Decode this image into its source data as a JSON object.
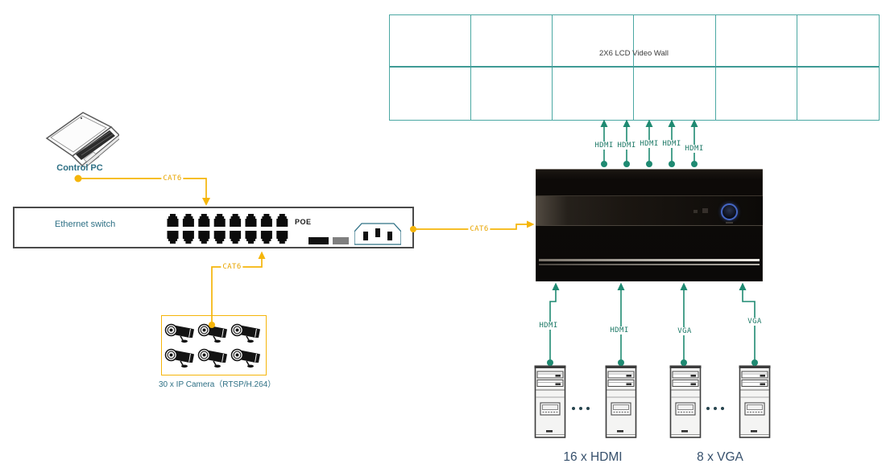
{
  "video_wall": {
    "label": "2X6 LCD Video Wall",
    "rows": 2,
    "cols": 6
  },
  "wall_links": {
    "labels": [
      "HDMI",
      "HDMI",
      "HDMI",
      "HDMI",
      "HDMI"
    ]
  },
  "source_links": {
    "labels": [
      "HDMI",
      "HDMI",
      "VGA",
      "VGA"
    ]
  },
  "cables": {
    "pc_to_switch": "CAT6",
    "cameras_to_switch": "CAT6",
    "switch_to_controller": "CAT6"
  },
  "control_pc": {
    "label": "Control PC"
  },
  "ethernet_switch": {
    "label": "Ethernet switch",
    "poe_label": "POE",
    "ports_shown": 16
  },
  "cameras": {
    "label": "30 x IP Camera（RTSP/H.264）",
    "cameras_shown": 6
  },
  "sources": {
    "hdmi_label": "16 x HDMI",
    "vga_label": "8 x VGA",
    "towers_shown": 4
  },
  "colors": {
    "cable": "#F5B50A",
    "signal": "#1F8A72",
    "wall_border": "#4BA8A3",
    "teal_text": "#2E7085",
    "navy_text": "#36506C"
  }
}
